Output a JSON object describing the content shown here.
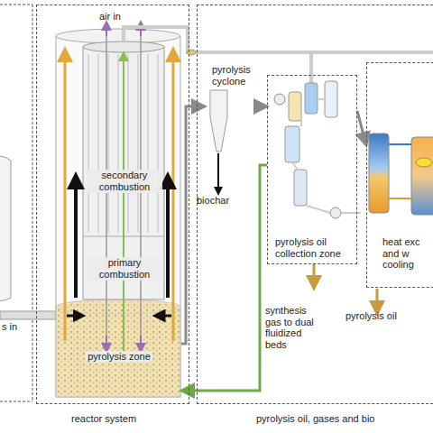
{
  "diagram": {
    "nodes": [
      {
        "text": [
          "reactor system"
        ]
      },
      {
        "text": [
          "secondary combustion"
        ],
        "in": 0
      },
      {
        "text": [
          "primary combustion"
        ],
        "in": 0
      },
      {
        "text": [
          "pyrolysis zone"
        ],
        "in": 0
      },
      {
        "text": [
          "pyrolysis oil, gases and bio"
        ]
      },
      {
        "text": [
          "pyrolysis cyclone"
        ],
        "in": 4
      },
      {
        "text": [
          "pyrolysis oil collection zone"
        ],
        "in": 4
      },
      {
        "text": [
          "heat exc and w cooling"
        ],
        "in": 4
      }
    ],
    "edges": [
      {
        "from": 3,
        "to": 5,
        "arrow": "to"
      },
      {
        "from": 5,
        "to": 6,
        "arrow": "to"
      },
      {
        "from": 6,
        "to": 7,
        "arrow": "to"
      },
      {
        "from": 6,
        "to": 3,
        "arrow": "to"
      }
    ],
    "labels": [
      "air in",
      "s in",
      "biochar",
      "synthesis gas to dual fluidized beds",
      "pyrolysis oil"
    ]
  }
}
